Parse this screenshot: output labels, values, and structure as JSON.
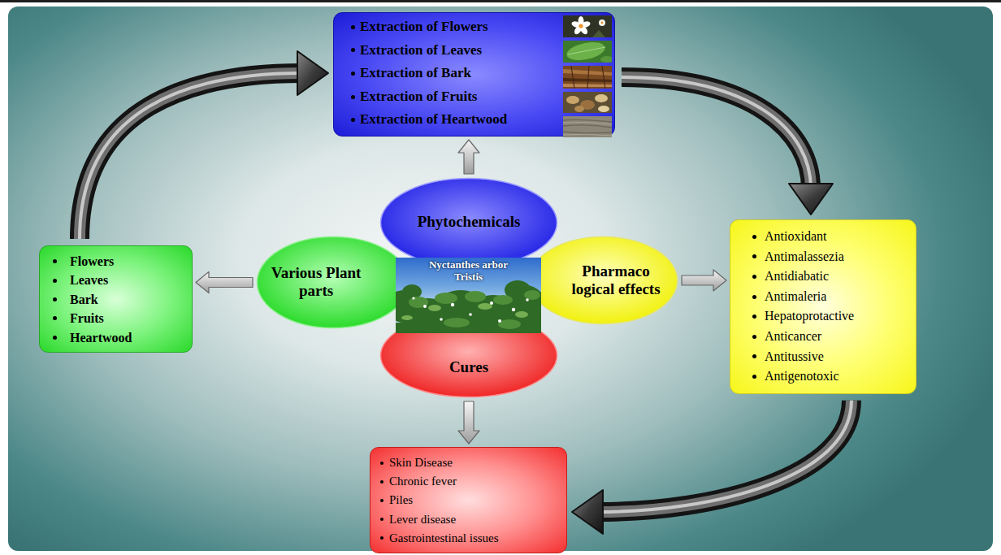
{
  "diagram": {
    "nodes": [
      {
        "text": [
          "Extraction of Flowers",
          "Extraction of Leaves",
          "Extraction of Bark",
          "Extraction of Fruits",
          "Extraction of Heartwood"
        ]
      },
      {
        "text": [
          "Flowers",
          "Leaves",
          "Bark",
          "Fruits",
          "Heartwood"
        ]
      },
      {
        "text": [
          "Various Plant parts"
        ]
      },
      {
        "text": [
          "Phytochemicals"
        ]
      },
      {
        "text": [
          "Nyctanthes arbor Tristis"
        ]
      },
      {
        "text": [
          "Pharmaco logical effects"
        ]
      },
      {
        "text": [
          "Cures"
        ]
      },
      {
        "text": [
          "Antioxidant",
          "Antimalassezia",
          "Antidiabatic",
          "Antimaleria",
          "Hepatoprotactive",
          "Anticancer",
          "Antitussive",
          "Antigenotoxic"
        ]
      },
      {
        "text": [
          "Skin Disease",
          "Chronic fever",
          "Piles",
          "Lever disease",
          "Gastrointestinal issues"
        ]
      }
    ],
    "edges": [
      {
        "from": 3,
        "to": 0,
        "arrow": "to"
      },
      {
        "from": 2,
        "to": 1,
        "arrow": "to"
      },
      {
        "from": 5,
        "to": 7,
        "arrow": "to"
      },
      {
        "from": 6,
        "to": 8,
        "arrow": "to"
      },
      {
        "from": 1,
        "to": 0,
        "arrow": "to"
      },
      {
        "from": 0,
        "to": 7,
        "arrow": "to"
      },
      {
        "from": 7,
        "to": 8,
        "arrow": "to"
      }
    ]
  }
}
